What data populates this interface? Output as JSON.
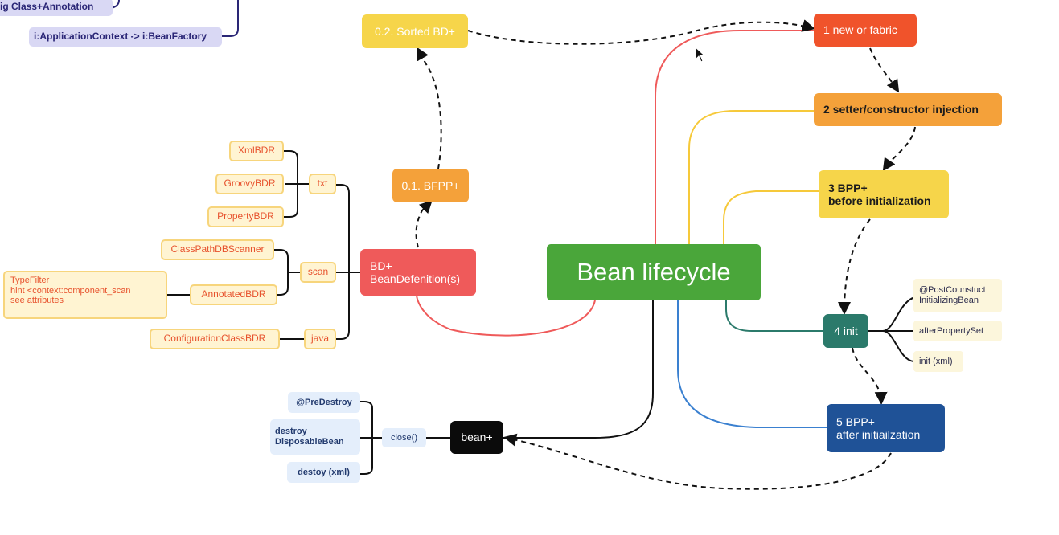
{
  "title": "Bean lifecycle",
  "colors": {
    "center": "#4aa63a",
    "red": "#ef5a5a",
    "orange_red": "#f0532b",
    "orange": "#f4a13a",
    "yellow": "#f6d54a",
    "teal": "#2b7a6b",
    "blue": "#1f5297",
    "black": "#0b0b0b"
  },
  "top_left": {
    "line1": "ig Class+Annotation",
    "line2": "i:ApplicationContext -> i:BeanFactory"
  },
  "bd": {
    "main": "BD+\nBeanDefenition(s)",
    "bfpp": "0.1. BFPP+",
    "sorted": "0.2. Sorted BD+"
  },
  "readers": {
    "txt": "txt",
    "scan": "scan",
    "java": "java",
    "xml": "XmlBDR",
    "groovy": "GroovyBDR",
    "property": "PropertyBDR",
    "classpath": "ClassPathDBScanner",
    "annotated": "AnnotatedBDR",
    "configuration": "ConfigurationClassBDR",
    "typefilter": "TypeFilter\nhint <context:component_scan\nsee attributes"
  },
  "steps": {
    "s1": "1 new or fabric",
    "s2": "2 setter/constructor injection",
    "s3": "3 BPP+\nbefore initialization",
    "s4": "4 init",
    "s5": "5 BPP+\nafter initiailzation"
  },
  "init_leaves": {
    "postconstruct": "@PostCounstuct\nInitializingBean",
    "afterprop": "afterPropertySet",
    "initxml": "init (xml)"
  },
  "destroy": {
    "bean": "bean+",
    "close": "close()",
    "predestroy": "@PreDestroy",
    "disposable": "destroy\nDisposableBean",
    "destoyxml": "destoy (xml)"
  }
}
